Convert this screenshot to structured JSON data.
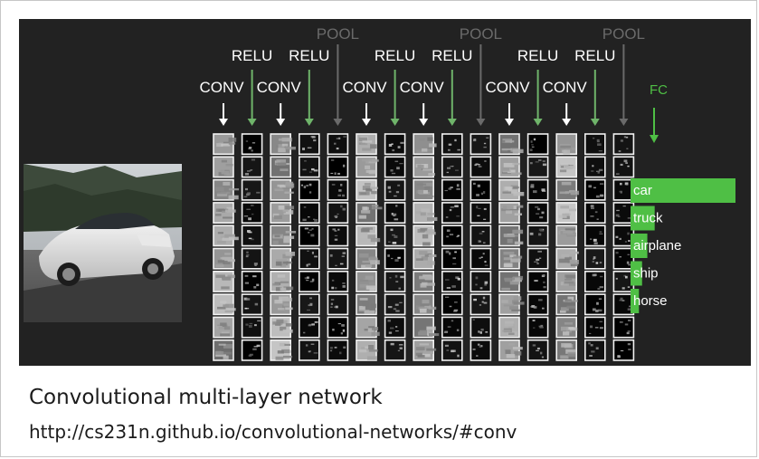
{
  "layer_labels": [
    {
      "text": "CONV",
      "kind": "conv"
    },
    {
      "text": "RELU",
      "kind": "relu"
    },
    {
      "text": "CONV",
      "kind": "conv"
    },
    {
      "text": "RELU",
      "kind": "relu"
    },
    {
      "text": "POOL",
      "kind": "pool"
    },
    {
      "text": "CONV",
      "kind": "conv"
    },
    {
      "text": "RELU",
      "kind": "relu"
    },
    {
      "text": "CONV",
      "kind": "conv"
    },
    {
      "text": "RELU",
      "kind": "relu"
    },
    {
      "text": "POOL",
      "kind": "pool"
    },
    {
      "text": "CONV",
      "kind": "conv"
    },
    {
      "text": "RELU",
      "kind": "relu"
    },
    {
      "text": "CONV",
      "kind": "conv"
    },
    {
      "text": "RELU",
      "kind": "relu"
    },
    {
      "text": "POOL",
      "kind": "pool"
    }
  ],
  "fc_label": "FC",
  "classes": [
    {
      "label": "car",
      "score": 1.0
    },
    {
      "label": "truck",
      "score": 0.23
    },
    {
      "label": "airplane",
      "score": 0.16
    },
    {
      "label": "ship",
      "score": 0.11
    },
    {
      "label": "horse",
      "score": 0.08
    }
  ],
  "colors": {
    "panel": "#222222",
    "conv_arrow": "#ffffff",
    "relu_arrow": "#6fb46a",
    "pool_arrow": "#6a6a6a",
    "fc": "#4fbf45",
    "bar": "#4fbf45"
  },
  "caption": {
    "title": "Convolutional multi-layer network",
    "url": "http://cs231n.github.io/convolutional-networks/#conv"
  }
}
